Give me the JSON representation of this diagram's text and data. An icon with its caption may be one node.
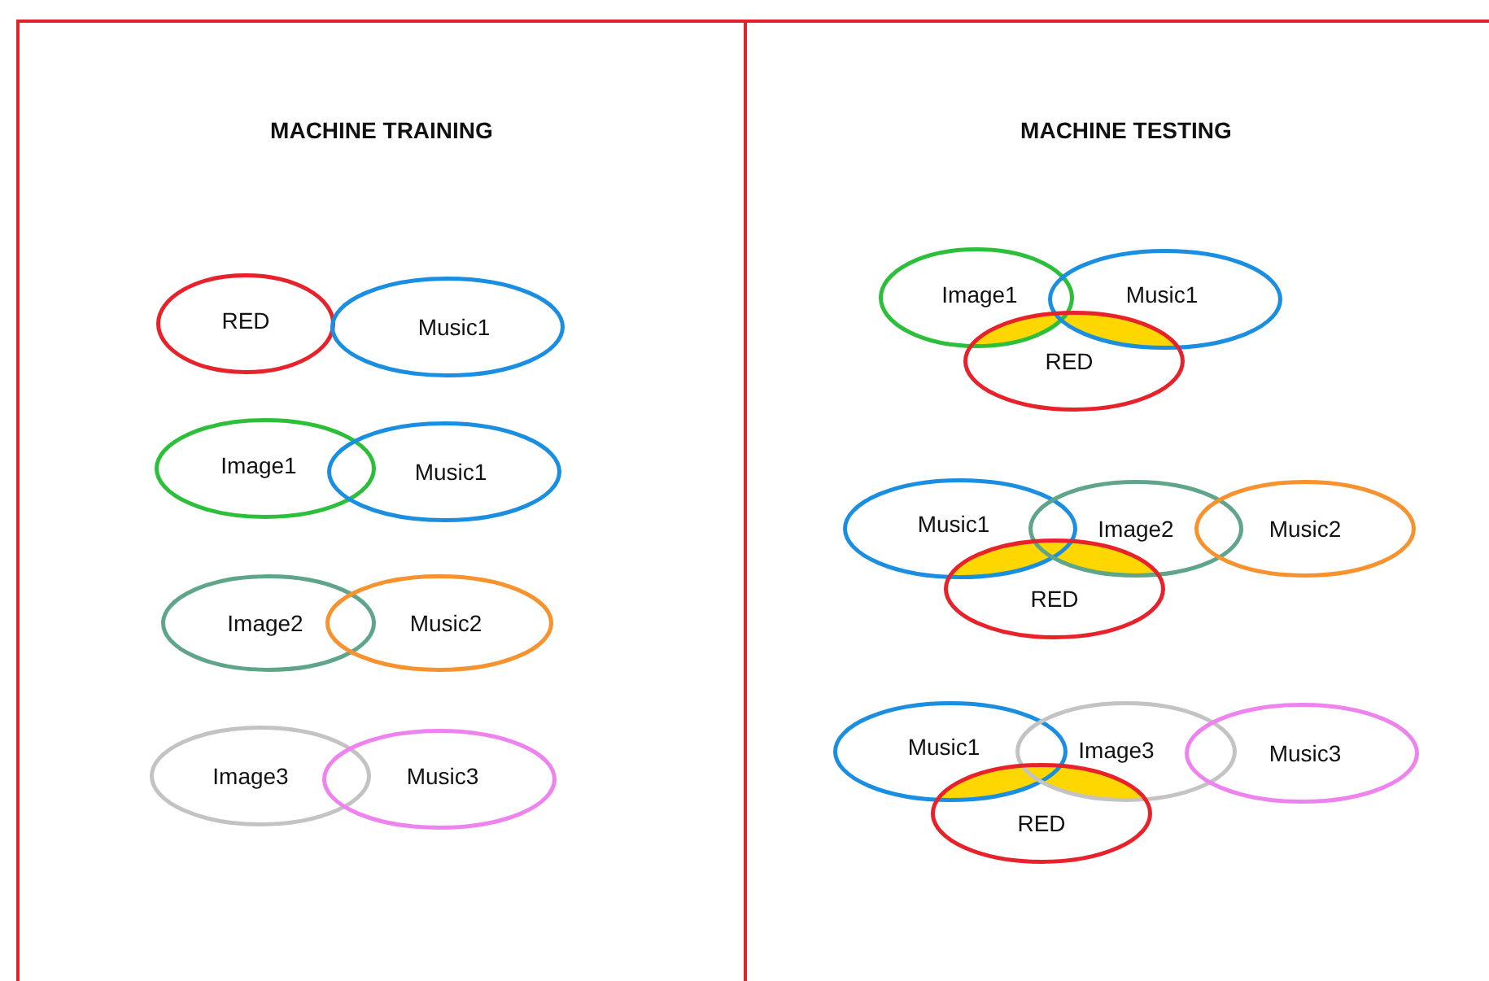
{
  "diagram": {
    "nodes": [
      {
        "text": [
          "MACHINE TRAINING"
        ]
      },
      {
        "text": [
          "RED"
        ],
        "in": 0
      },
      {
        "text": [
          "Music1"
        ],
        "in": 0
      },
      {
        "text": [
          "Image1"
        ],
        "in": 0
      },
      {
        "text": [
          "Music1"
        ],
        "in": 0
      },
      {
        "text": [
          "Image2"
        ],
        "in": 0
      },
      {
        "text": [
          "Music2"
        ],
        "in": 0
      },
      {
        "text": [
          "Image3"
        ],
        "in": 0
      },
      {
        "text": [
          "Music3"
        ],
        "in": 0
      },
      {
        "text": [
          "MACHINE TESTING"
        ]
      },
      {
        "text": [
          "Image1"
        ],
        "in": 9
      },
      {
        "text": [
          "Music1"
        ],
        "in": 9
      },
      {
        "text": [
          "RED"
        ],
        "in": 9
      },
      {
        "text": [
          "Music1"
        ],
        "in": 9
      },
      {
        "text": [
          "Image2"
        ],
        "in": 9
      },
      {
        "text": [
          "Music2"
        ],
        "in": 9
      },
      {
        "text": [
          "RED"
        ],
        "in": 9
      },
      {
        "text": [
          "Music1"
        ],
        "in": 9
      },
      {
        "text": [
          "Image3"
        ],
        "in": 9
      },
      {
        "text": [
          "Music3"
        ],
        "in": 9
      },
      {
        "text": [
          "RED"
        ],
        "in": 9
      }
    ]
  }
}
